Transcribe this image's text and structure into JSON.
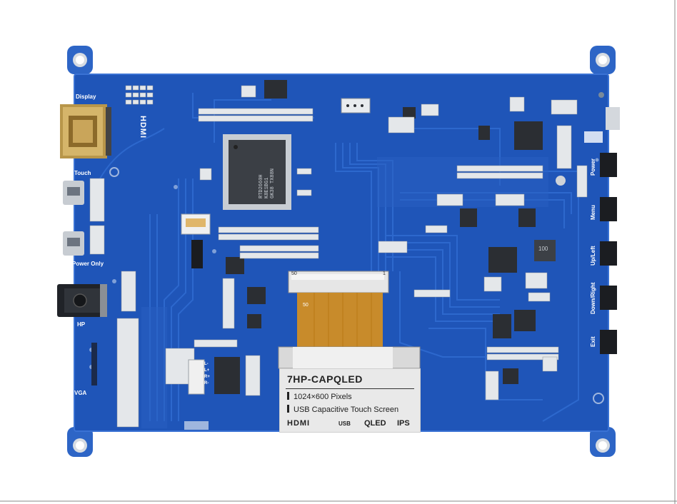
{
  "board": {
    "left_labels": {
      "display": "Display",
      "touch": "Touch",
      "power_only": "Power Only",
      "hp": "HP",
      "vga": "VGA"
    },
    "right_buttons": {
      "power": "Power",
      "menu": "Menu",
      "up_left": "Up/Left",
      "down_right": "Down/Right",
      "exit": "Exit"
    },
    "hdmi_silk": "HDMI",
    "chip_main": [
      "RTD2660H",
      "K8E1BG1",
      "GK38 TX88N"
    ],
    "inductor": "100",
    "flex_numbers": [
      "50",
      "1",
      "50"
    ],
    "audio_pins": [
      "L-",
      "L+",
      "R+",
      "R-"
    ]
  },
  "sticker": {
    "model": "7HP-CAPQLED",
    "line1": "1024×600 Pixels",
    "line2": "USB Capacitive Touch Screen",
    "logo_hdmi": "HDMI",
    "logo_usb": "USB",
    "logo_qled": "QLED",
    "logo_ips": "IPS"
  },
  "colors": {
    "pcb_blue": "#1f55b8",
    "pcb_trace": "#2a64c8",
    "flex_orange": "#d9901f",
    "sticker_bg": "#e9e9e9"
  }
}
